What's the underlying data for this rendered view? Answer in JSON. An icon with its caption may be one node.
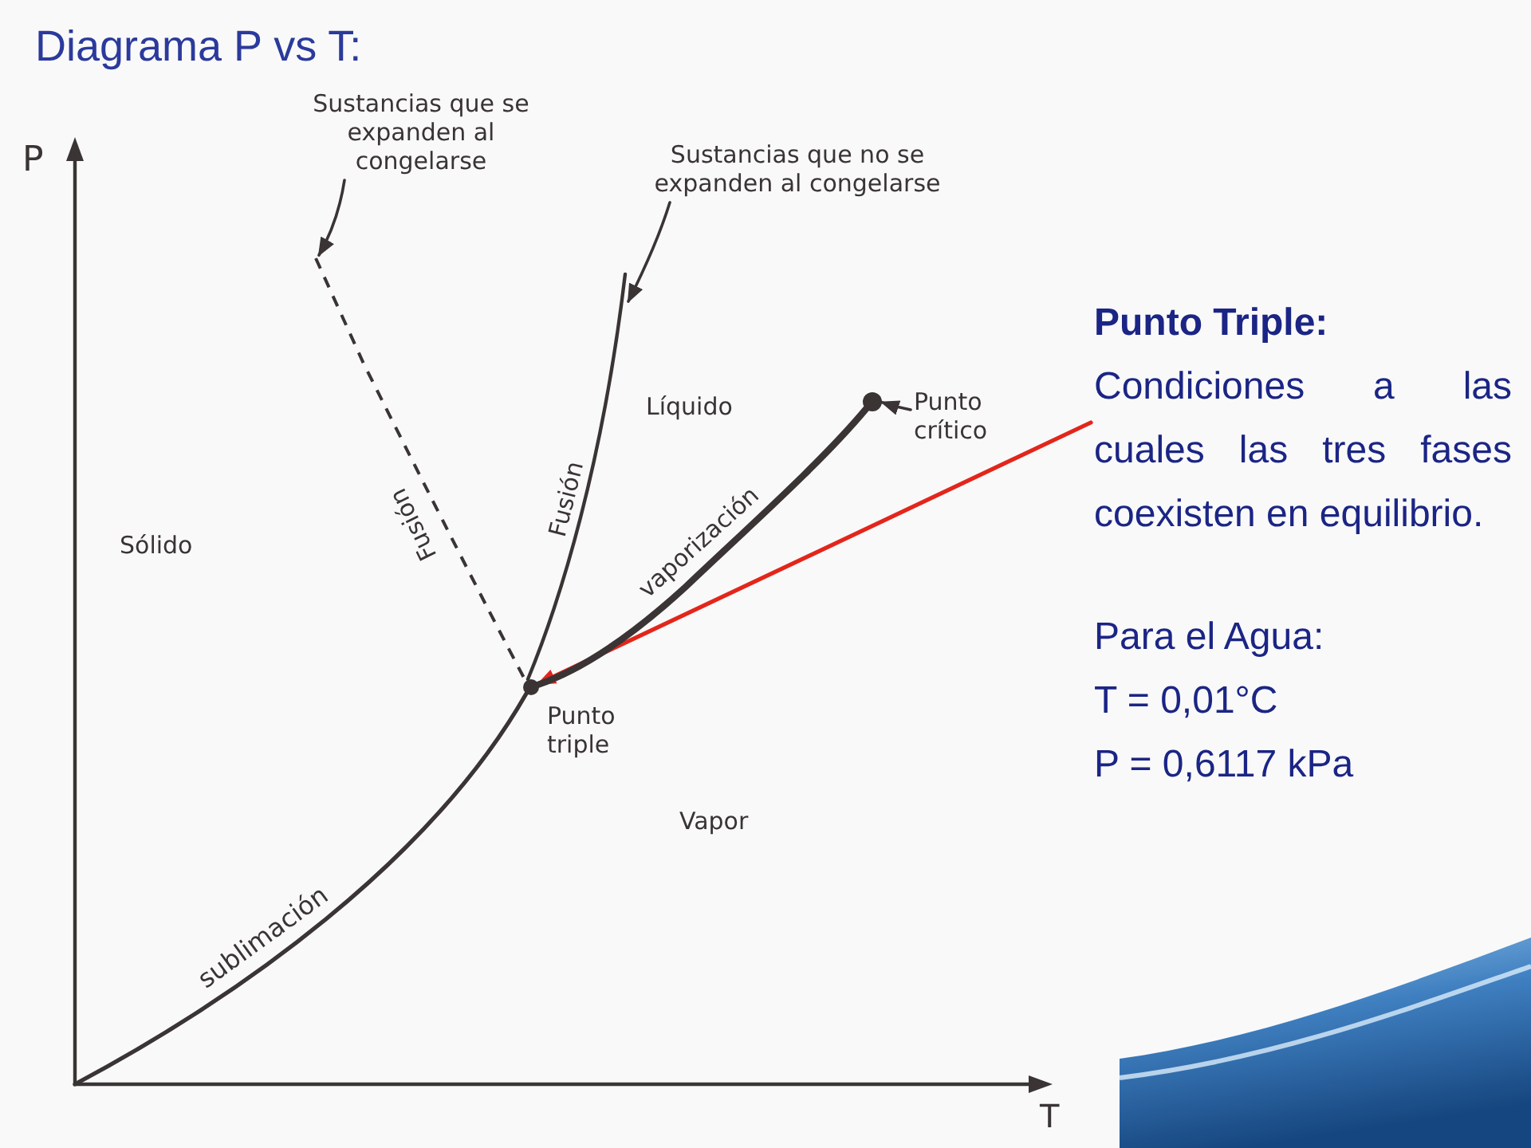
{
  "diagram": {
    "title": "Diagrama P vs T:",
    "nodes": [
      {
        "text": [
          "Sustancias que se expanden al congelarse"
        ]
      },
      {
        "text": [
          "Sustancias que no se expanden al congelarse"
        ]
      },
      {
        "text": [],
        "shape": "circle",
        "beside": [
          "Punto triple"
        ]
      },
      {
        "text": [],
        "shape": "circle"
      },
      {
        "text": [
          "Punto crítico"
        ]
      },
      {
        "text": [
          "Punto Triple:",
          "Condiciones a las cuales las tres fases coexisten en equilibrio.",
          "Para el Agua:",
          "T = 0,01°C",
          "P = 0,6117 kPa"
        ]
      }
    ],
    "edges": [
      {
        "from": 0,
        "to": null,
        "arrow": "to"
      },
      {
        "from": 1,
        "to": null,
        "arrow": "to"
      },
      {
        "from": 4,
        "to": 3,
        "arrow": "to"
      },
      {
        "from": 5,
        "to": 2,
        "arrow": "to",
        "color": "#e3261b"
      },
      {
        "from": 2,
        "to": 3,
        "arrow": "none",
        "label": "vaporización",
        "style": "thick"
      }
    ],
    "labels": [
      "P",
      "Líquido",
      "Sólido",
      "Fusión",
      "Fusión",
      "Vapor",
      "sublimación",
      "T"
    ]
  }
}
